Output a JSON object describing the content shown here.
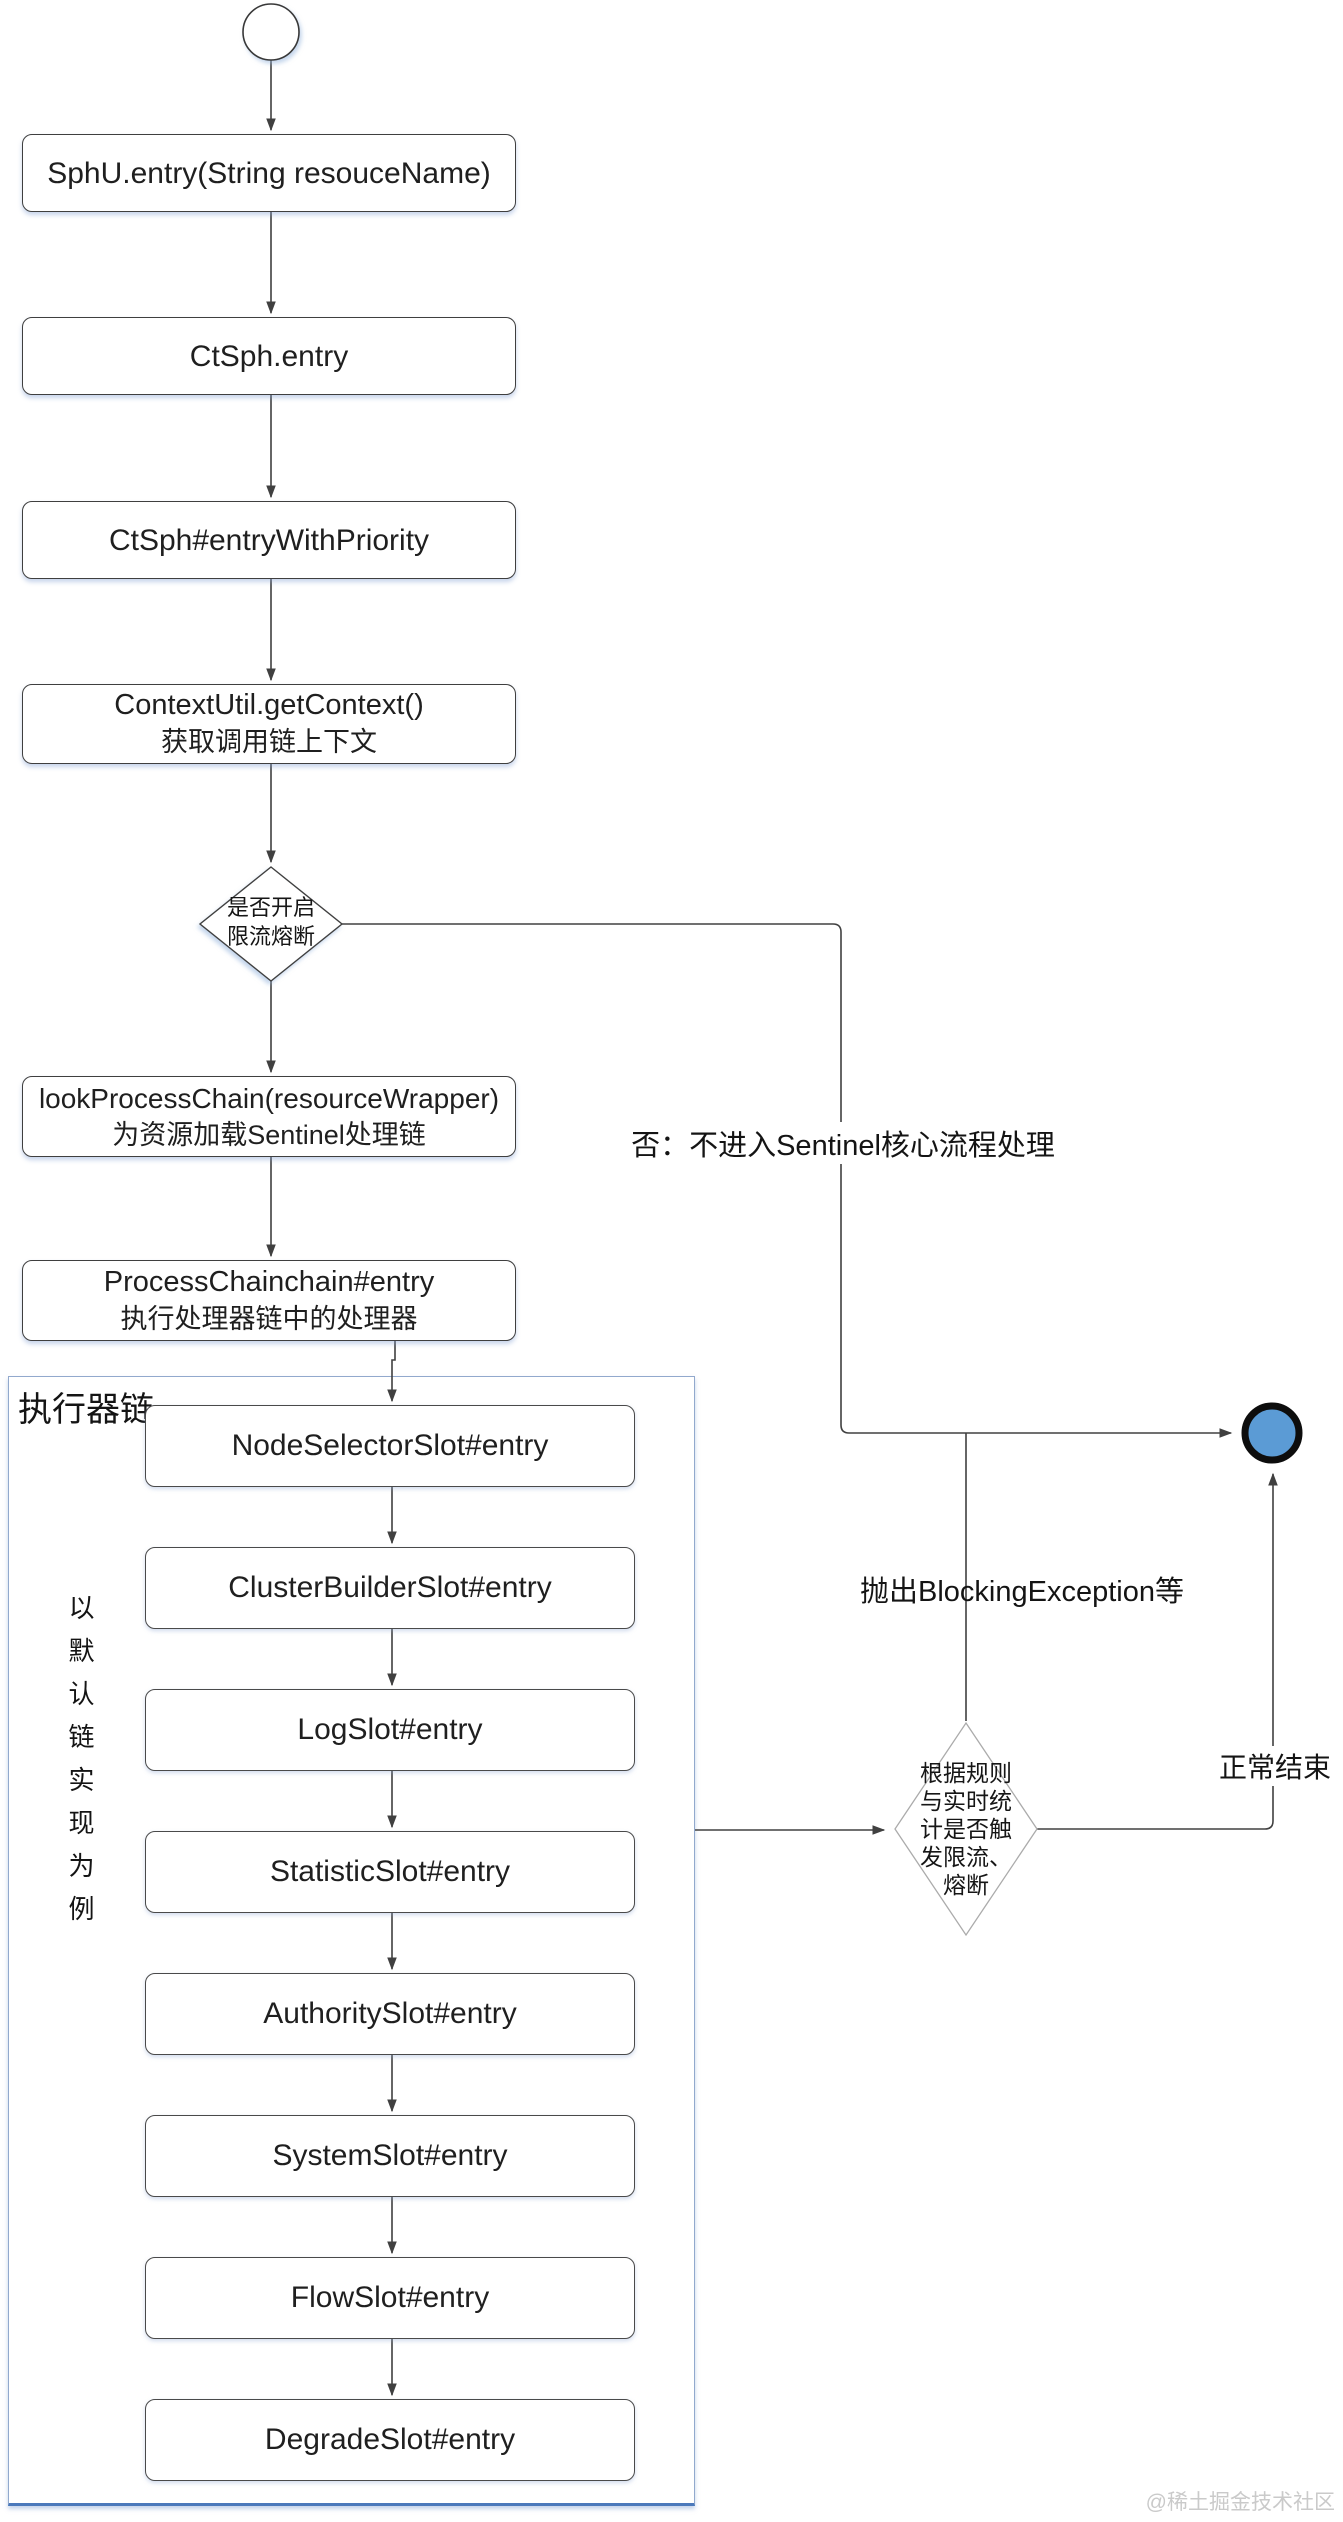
{
  "nodes": {
    "sphu_entry": "SphU.entry(String resouceName)",
    "ctsph_entry": "CtSph.entry",
    "entry_with_priority": "CtSph#entryWithPriority",
    "get_context": {
      "line1": "ContextUtil.getContext()",
      "line2": "获取调用链上下文"
    },
    "decision_enabled": {
      "line1": "是否开启",
      "line2": "限流熔断"
    },
    "look_process_chain": {
      "line1": "lookProcessChain(resourceWrapper)",
      "line2": "为资源加载Sentinel处理链"
    },
    "process_chain_entry": {
      "line1": "ProcessChainchain#entry",
      "line2": "执行处理器链中的处理器"
    }
  },
  "container": {
    "title": "执行器链",
    "side_note": "以默认链实现为例",
    "slots": [
      "NodeSelectorSlot#entry",
      "ClusterBuilderSlot#entry",
      "LogSlot#entry",
      "StatisticSlot#entry",
      "AuthoritySlot#entry",
      "SystemSlot#entry",
      "FlowSlot#entry",
      "DegradeSlot#entry"
    ]
  },
  "decision_rules": {
    "line1": "根据规则",
    "line2": "与实时统",
    "line3": "计是否触",
    "line4": "发限流、",
    "line5": "熔断"
  },
  "labels": {
    "no_branch": "否：不进入Sentinel核心流程处理",
    "throw_exception": "抛出BlockingException等",
    "normal_end": "正常结束"
  },
  "watermark": "@稀土掘金技术社区",
  "colors": {
    "line": "#404040",
    "end_circle_fill": "#5b9bd5",
    "end_circle_ring": "#0d0d0d",
    "container_border": "#92a9cd",
    "container_border_bottom": "#4b79bb"
  }
}
